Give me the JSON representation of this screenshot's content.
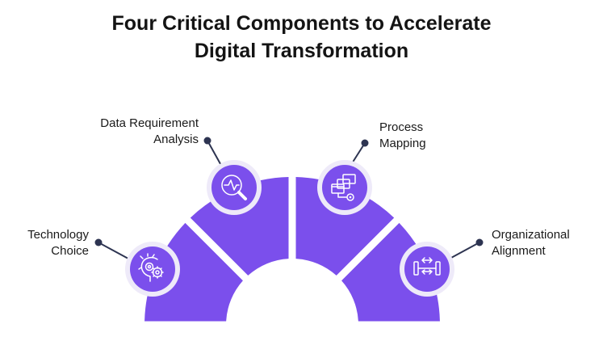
{
  "title": {
    "line1": "Four Critical Components to Accelerate",
    "line2": "Digital Transformation"
  },
  "components": [
    {
      "id": "technology-choice",
      "label_lines": [
        "Technology",
        "Choice"
      ],
      "icon": "gears-head-icon"
    },
    {
      "id": "data-requirement-analysis",
      "label_lines": [
        "Data Requirement",
        "Analysis"
      ],
      "icon": "magnifier-pulse-icon"
    },
    {
      "id": "process-mapping",
      "label_lines": [
        "Process",
        "Mapping"
      ],
      "icon": "process-windows-icon"
    },
    {
      "id": "organizational-alignment",
      "label_lines": [
        "Organizational",
        "Alignment"
      ],
      "icon": "alignment-arrows-icon"
    }
  ],
  "colors": {
    "segment": "#7b4fec",
    "badge_fill": "#7b4fec",
    "badge_ring": "#eeeaf9",
    "connector": "#2d3451",
    "title": "#141414",
    "label": "#1a1a1a"
  }
}
